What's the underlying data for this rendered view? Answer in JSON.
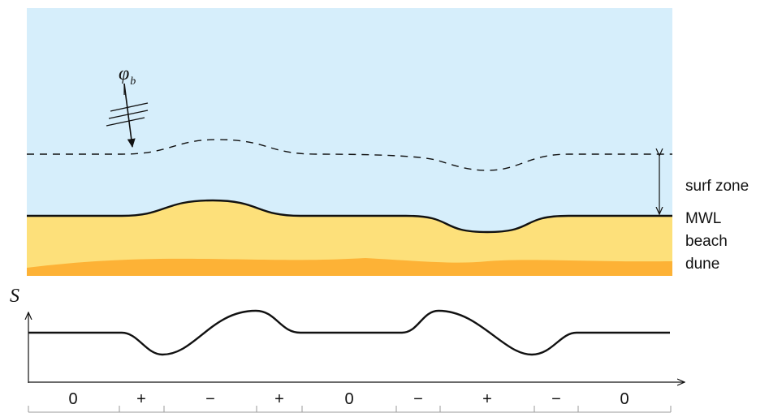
{
  "labels": {
    "surf_zone": "surf zone",
    "mwl": "MWL",
    "beach": "beach",
    "dune": "dune",
    "transport_symbol": "S",
    "wave_angle_symbol": "φ",
    "wave_angle_subscript": "b"
  },
  "segment_signs": [
    "0",
    "+",
    "−",
    "+",
    "0",
    "−",
    "+",
    "−",
    "0"
  ],
  "colors": {
    "sea": "#d6eefb",
    "beach": "#fde07a",
    "dune": "#fdb236",
    "line": "#111111"
  }
}
